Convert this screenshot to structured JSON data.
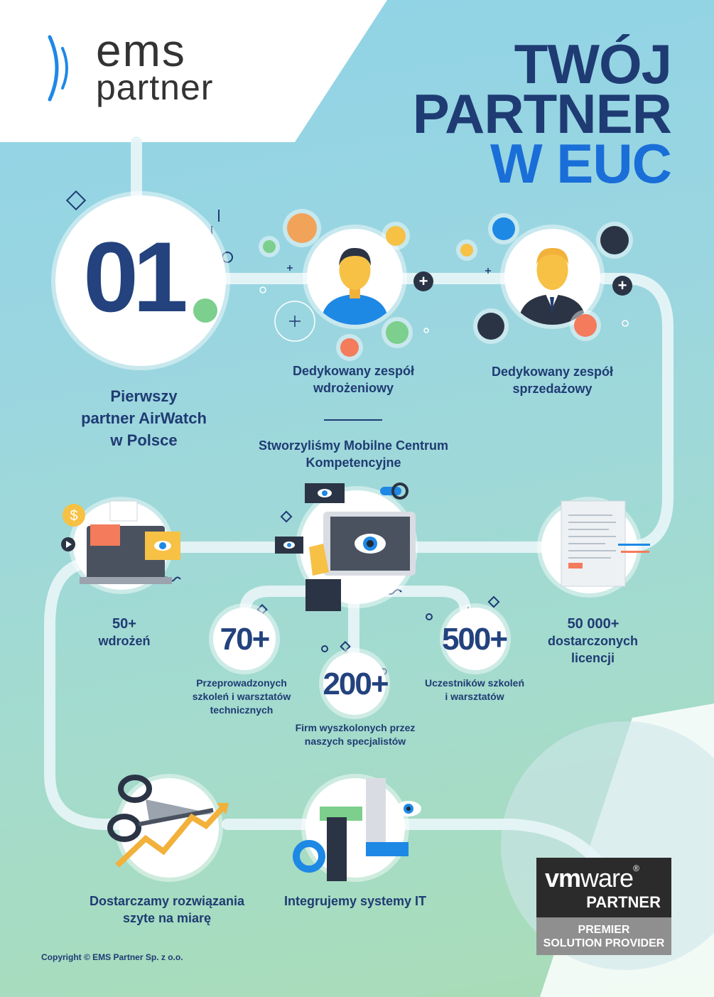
{
  "logo": {
    "line1": "ems",
    "line2": "partner"
  },
  "headline": {
    "line1": "TWÓJ",
    "line2": "PARTNER",
    "line3": "W EUC"
  },
  "colors": {
    "navy": "#1f3b73",
    "blue": "#1f6fd0",
    "green": "#7ccf8c",
    "accent_blue": "#1e88e5"
  },
  "steps": {
    "first": {
      "number": "01",
      "number_dot": ".",
      "label_l1": "Pierwszy",
      "label_l2": "partner AirWatch",
      "label_l3": "w Polsce"
    },
    "deployment_team": {
      "label_l1": "Dedykowany zespół",
      "label_l2": "wdrożeniowy"
    },
    "sales_team": {
      "label_l1": "Dedykowany zespół",
      "label_l2": "sprzedażowy"
    },
    "mobile_center": {
      "label_l1": "Stworzyliśmy Mobilne Centrum",
      "label_l2": "Kompetencyjne"
    },
    "deployments": {
      "value": "50+",
      "label": "wdrożeń"
    },
    "trainings": {
      "value": "70+",
      "label_l1": "Przeprowadzonych",
      "label_l2": "szkoleń i warsztatów",
      "label_l3": "technicznych"
    },
    "companies": {
      "value": "200+",
      "label_l1": "Firm wyszkolonych przez",
      "label_l2": "naszych specjalistów"
    },
    "participants": {
      "value": "500+",
      "label_l1": "Uczestników szkoleń",
      "label_l2": "i warsztatów"
    },
    "licenses": {
      "value": "50 000+",
      "label_l1": "dostarczonych",
      "label_l2": "licencji"
    },
    "tailored": {
      "label_l1": "Dostarczamy rozwiązania",
      "label_l2": "szyte na miarę"
    },
    "integration": {
      "label": "Integrujemy systemy IT"
    }
  },
  "badge": {
    "brand_vm": "vm",
    "brand_ware": "ware",
    "registered": "®",
    "partner": "PARTNER",
    "tier_l1": "PREMIER",
    "tier_l2": "SOLUTION PROVIDER"
  },
  "copyright": "Copyright © EMS Partner Sp. z o.o.",
  "icons": [
    "ems-logo-icon",
    "person-icon",
    "businessman-icon",
    "plus-icon",
    "eye-icon",
    "laptop-icon",
    "document-icon",
    "scissors-icon",
    "chart-arrow-icon",
    "gear-icon",
    "hands-icon",
    "globe-icon"
  ]
}
